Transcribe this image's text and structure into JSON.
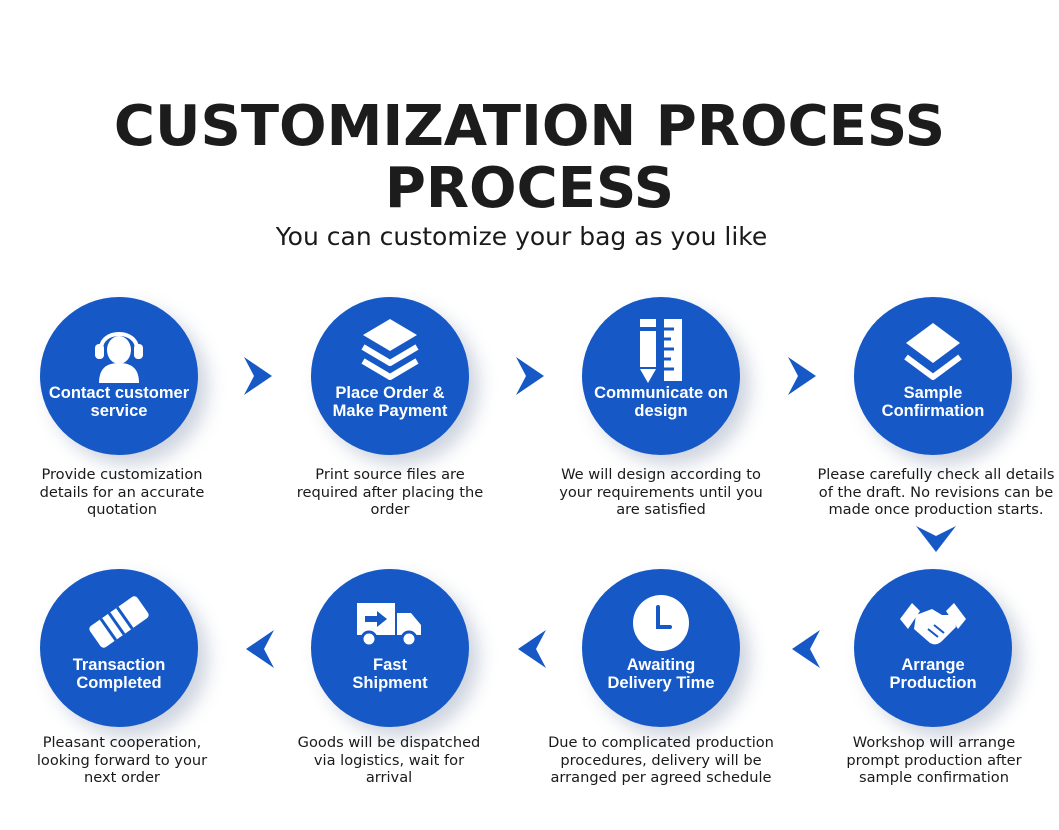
{
  "header": {
    "title_line1": "CUSTOMIZATION PROCESS",
    "title_line2": "PROCESS",
    "subtitle": "You can customize your bag as you like"
  },
  "colors": {
    "accent": "#1558c6",
    "text": "#1a1a1a",
    "background": "#ffffff"
  },
  "steps": [
    {
      "label_line1": "Contact customer",
      "label_line2": "service",
      "icon": "headset-user-icon",
      "desc": [
        "Provide customization",
        "details for an accurate",
        "quotation"
      ]
    },
    {
      "label_line1": "Place Order &",
      "label_line2": "Make Payment",
      "icon": "layers-icon",
      "desc": [
        "Print source files are",
        "required after placing the",
        "order"
      ]
    },
    {
      "label_line1": "Communicate on",
      "label_line2": "design",
      "icon": "pencil-ruler-icon",
      "desc": [
        "We will design according to",
        "your requirements until you",
        "are satisfied"
      ]
    },
    {
      "label_line1": "Sample",
      "label_line2": "Confirmation",
      "icon": "sample-layers-icon",
      "desc": [
        "Please carefully check all details",
        "of the draft. No revisions can be",
        "made once production starts."
      ]
    },
    {
      "label_line1": "Arrange",
      "label_line2": "Production",
      "icon": "handshake-icon",
      "desc": [
        "Workshop will arrange",
        "prompt production after",
        "sample confirmation"
      ]
    },
    {
      "label_line1": "Awaiting",
      "label_line2": "Delivery Time",
      "icon": "clock-icon",
      "desc": [
        "Due to complicated production",
        "procedures, delivery will be",
        "arranged per agreed schedule"
      ]
    },
    {
      "label_line1": "Fast",
      "label_line2": "Shipment",
      "icon": "delivery-truck-icon",
      "desc": [
        "Goods will be dispatched",
        "via logistics, wait for",
        "arrival"
      ]
    },
    {
      "label_line1": "Transaction",
      "label_line2": "Completed",
      "icon": "deal-hands-icon",
      "desc": [
        "Pleasant cooperation,",
        "looking forward to your",
        "next order"
      ]
    }
  ]
}
